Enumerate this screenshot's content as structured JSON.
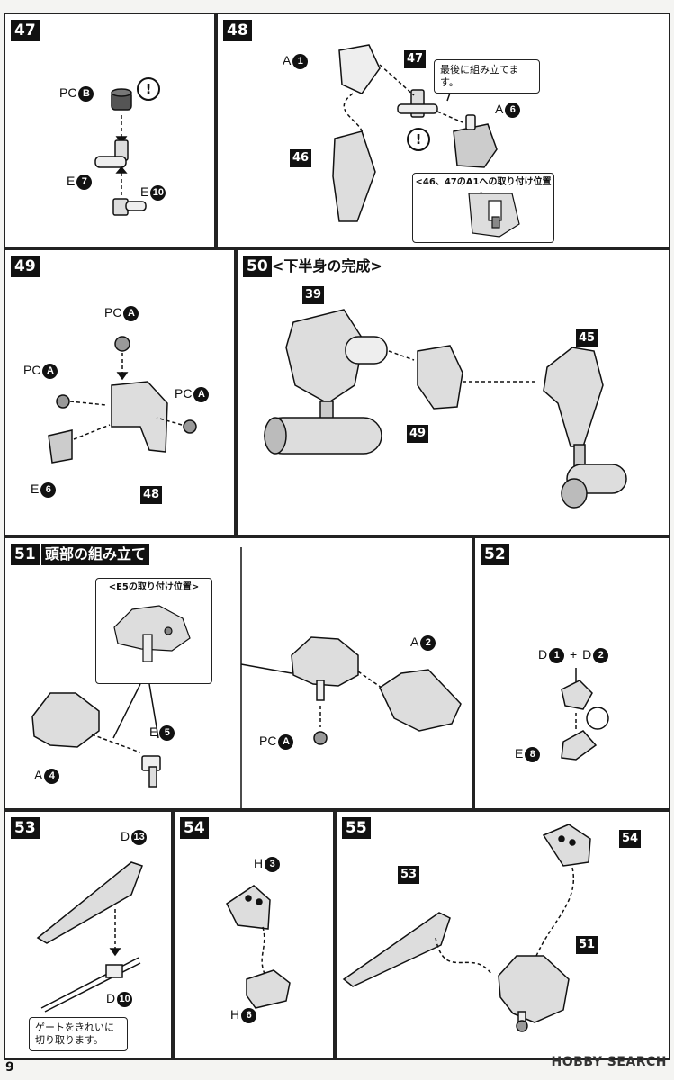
{
  "steps": {
    "s47": {
      "number": "47",
      "labels": [
        {
          "prefix": "PC",
          "code": "B"
        },
        {
          "prefix": "E",
          "code": "7"
        },
        {
          "prefix": "E",
          "code": "10"
        }
      ],
      "warning": "!"
    },
    "s48": {
      "number": "48",
      "labels": [
        {
          "prefix": "A",
          "code": "1"
        },
        {
          "prefix": "A",
          "code": "6"
        }
      ],
      "part_tags": [
        "47",
        "46"
      ],
      "callout": "最後に組み立てます。",
      "warning": "!",
      "inset_title": "<46、47のA1への取り付け位置>"
    },
    "s49": {
      "number": "49",
      "labels": [
        {
          "prefix": "PC",
          "code": "A"
        },
        {
          "prefix": "PC",
          "code": "A"
        },
        {
          "prefix": "PC",
          "code": "A"
        },
        {
          "prefix": "E",
          "code": "6"
        }
      ],
      "part_tags": [
        "48"
      ]
    },
    "s50": {
      "number": "50",
      "title": "<下半身の完成>",
      "part_tags": [
        "39",
        "49",
        "45"
      ]
    },
    "s51": {
      "number": "51",
      "title": "頭部の組み立て",
      "inset_title": "<E5の取り付け位置>",
      "labels": [
        {
          "prefix": "A",
          "code": "4"
        },
        {
          "prefix": "E",
          "code": "5"
        },
        {
          "prefix": "A",
          "code": "2"
        },
        {
          "prefix": "PC",
          "code": "A"
        }
      ]
    },
    "s52": {
      "number": "52",
      "labels": [
        {
          "prefix": "D",
          "code": "1"
        },
        {
          "prefix": "D",
          "code": "2"
        },
        {
          "prefix": "E",
          "code": "8"
        }
      ],
      "plus": "+"
    },
    "s53": {
      "number": "53",
      "labels": [
        {
          "prefix": "D",
          "code": "13"
        },
        {
          "prefix": "D",
          "code": "10"
        }
      ],
      "callout": "ゲートをきれいに切り取ります。"
    },
    "s54": {
      "number": "54",
      "labels": [
        {
          "prefix": "H",
          "code": "3"
        },
        {
          "prefix": "H",
          "code": "6"
        }
      ]
    },
    "s55": {
      "number": "55",
      "part_tags": [
        "53",
        "54",
        "51"
      ]
    }
  },
  "footer": {
    "page_number": "9",
    "brand": "HOBBY SEARCH"
  }
}
